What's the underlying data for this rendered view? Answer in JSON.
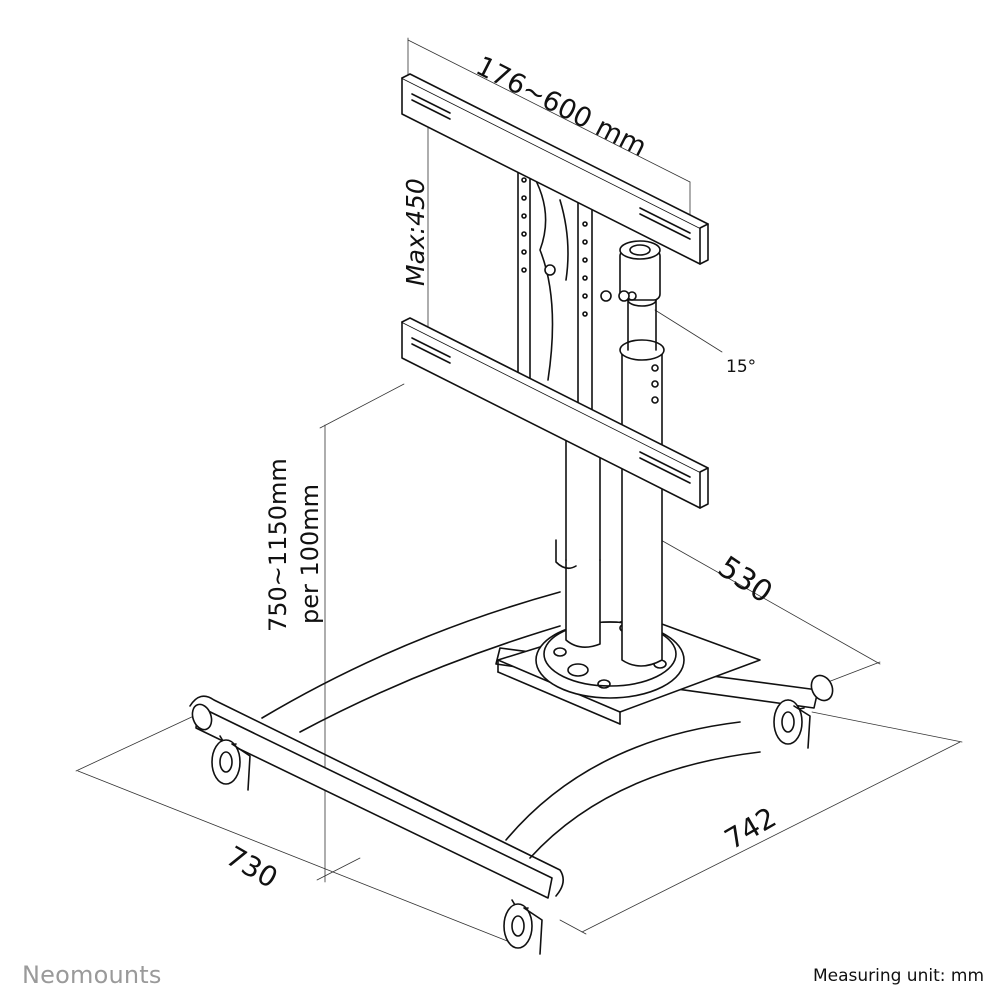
{
  "dimensions": {
    "vesa_width": "176~600 mm",
    "vesa_height": "Max:450",
    "tilt": "15°",
    "height_range": "750~1150mm",
    "height_step": "per 100mm",
    "depth": "530",
    "width": "742",
    "length": "730"
  },
  "footer": {
    "brand": "Neomounts",
    "unit": "Measuring unit: mm"
  }
}
